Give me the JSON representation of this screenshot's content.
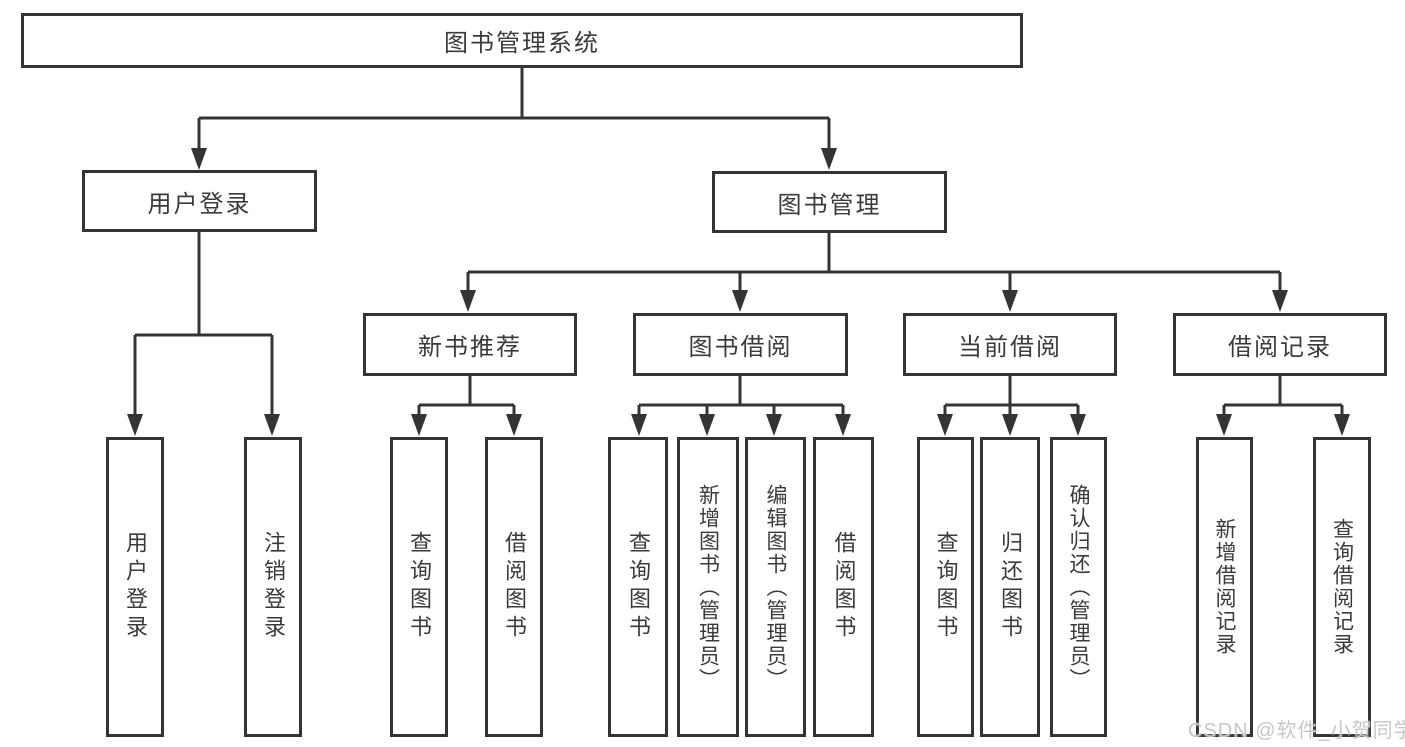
{
  "nodes": {
    "root": {
      "label": "图书管理系统"
    },
    "level1": [
      {
        "id": "user-login",
        "label": "用户登录"
      },
      {
        "id": "book-management",
        "label": "图书管理"
      }
    ],
    "level2": [
      {
        "id": "new-book-recommend",
        "label": "新书推荐"
      },
      {
        "id": "book-borrowing",
        "label": "图书借阅"
      },
      {
        "id": "current-borrowing",
        "label": "当前借阅"
      },
      {
        "id": "borrowing-records",
        "label": "借阅记录"
      }
    ],
    "leaves": [
      {
        "parent": "用户登录",
        "label": "用户登录"
      },
      {
        "parent": "用户登录",
        "label": "注销登录"
      },
      {
        "parent": "新书推荐",
        "label": "查询图书"
      },
      {
        "parent": "新书推荐",
        "label": "借阅图书"
      },
      {
        "parent": "图书借阅",
        "label": "查询图书"
      },
      {
        "parent": "图书借阅",
        "label": "新增图书（管理员）"
      },
      {
        "parent": "图书借阅",
        "label": "编辑图书（管理员）"
      },
      {
        "parent": "图书借阅",
        "label": "借阅图书"
      },
      {
        "parent": "当前借阅",
        "label": "查询图书"
      },
      {
        "parent": "当前借阅",
        "label": "归还图书"
      },
      {
        "parent": "当前借阅",
        "label": "确认归还（管理员）"
      },
      {
        "parent": "借阅记录",
        "label": "新增借阅记录"
      },
      {
        "parent": "借阅记录",
        "label": "查询借阅记录"
      }
    ]
  },
  "structure": {
    "图书管理系统": [
      "用户登录",
      "图书管理"
    ],
    "用户登录": [
      "用户登录",
      "注销登录"
    ],
    "图书管理": [
      "新书推荐",
      "图书借阅",
      "当前借阅",
      "借阅记录"
    ],
    "新书推荐": [
      "查询图书",
      "借阅图书"
    ],
    "图书借阅": [
      "查询图书",
      "新增图书（管理员）",
      "编辑图书（管理员）",
      "借阅图书"
    ],
    "当前借阅": [
      "查询图书",
      "归还图书",
      "确认归还（管理员）"
    ],
    "借阅记录": [
      "新增借阅记录",
      "查询借阅记录"
    ]
  },
  "watermark": {
    "text": "CSDN @软件_小贺同学"
  },
  "colors": {
    "line": "#343434",
    "box_border": "#343434",
    "box_fill": "#ffffff",
    "text": "#3b3b3b",
    "background": "#ffffff",
    "watermark": "#c7c7c7"
  }
}
